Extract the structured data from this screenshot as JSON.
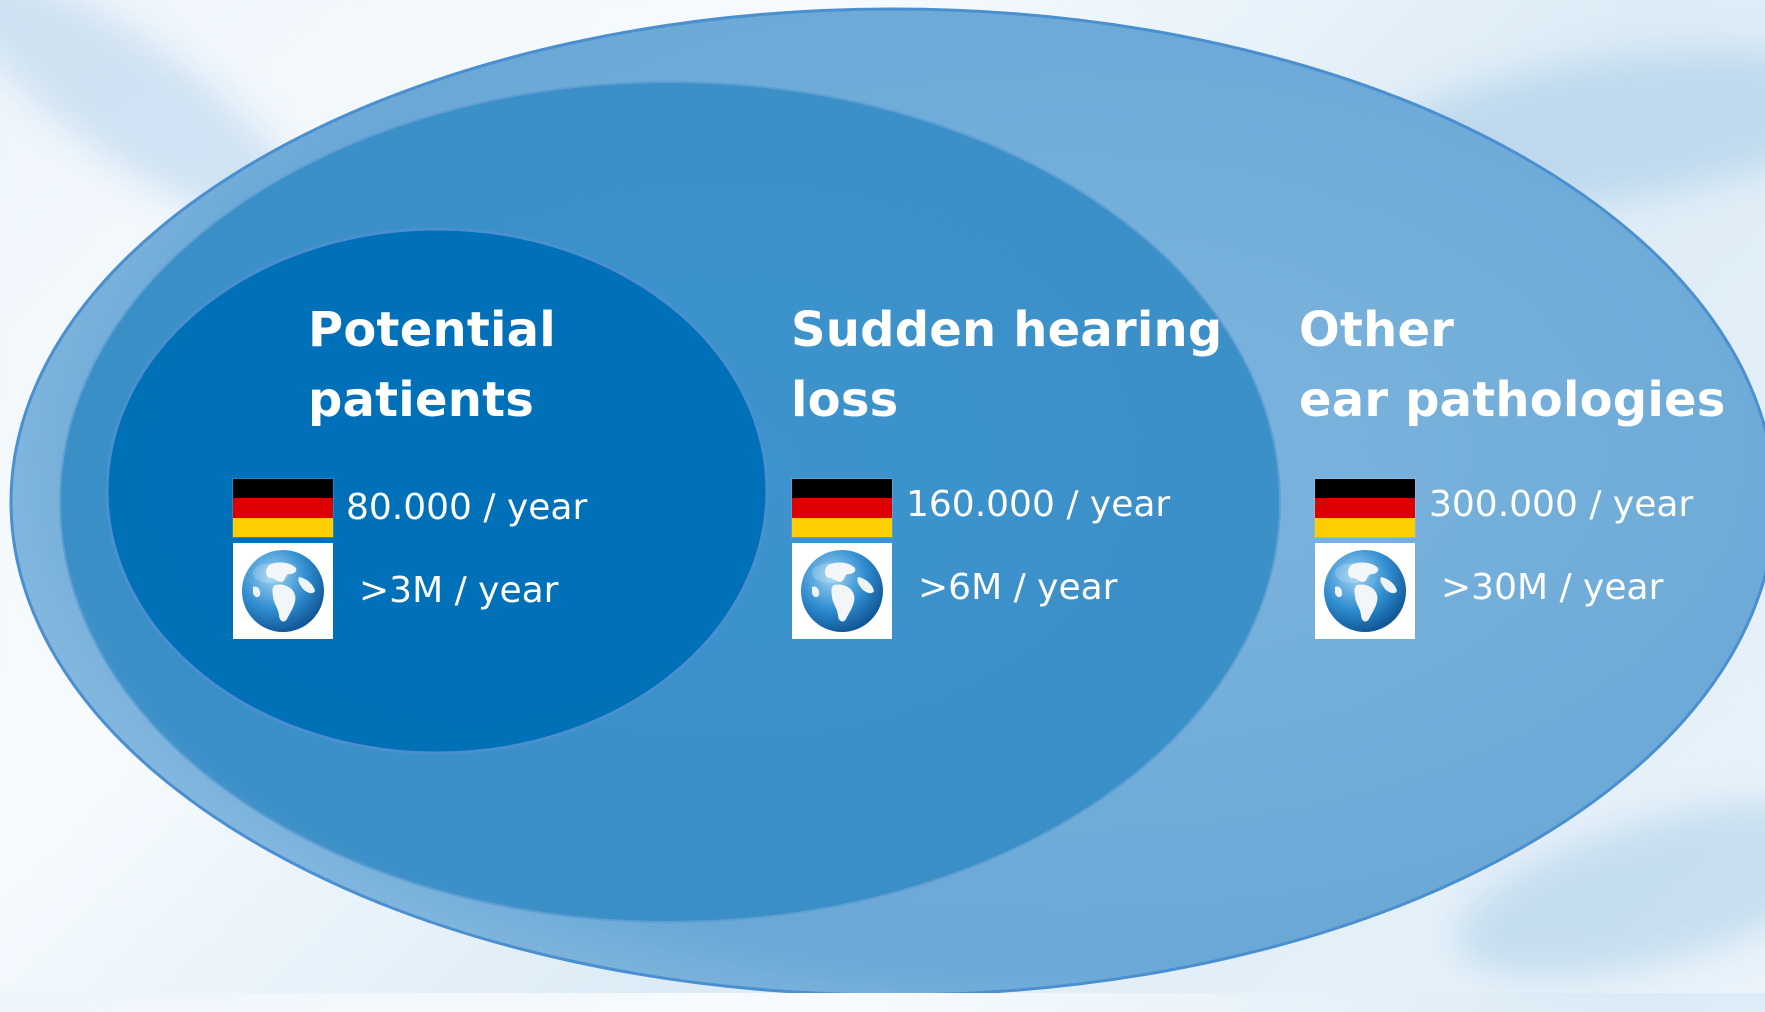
{
  "diagram": {
    "colors": {
      "outer_ellipse": "#6eaad6",
      "middle_ellipse": "#3a8fc8",
      "inner_ellipse": "#0070b8",
      "text": "#ffffff",
      "flag_black": "#000000",
      "flag_red": "#dd0000",
      "flag_gold": "#ffce00"
    },
    "segments": [
      {
        "id": "potential-patients",
        "title_line1": "Potential",
        "title_line2": "patients",
        "germany_label": "80.000 / year",
        "world_label": ">3M / year"
      },
      {
        "id": "sudden-hearing-loss",
        "title_line1": "Sudden hearing",
        "title_line2": "loss",
        "germany_label": "160.000 / year",
        "world_label": ">6M / year"
      },
      {
        "id": "other-ear-pathologies",
        "title_line1": "Other",
        "title_line2": "ear pathologies",
        "germany_label": "300.000 / year",
        "world_label": ">30M / year"
      }
    ],
    "icons": {
      "germany": "germany-flag-icon",
      "world": "globe-icon"
    }
  }
}
